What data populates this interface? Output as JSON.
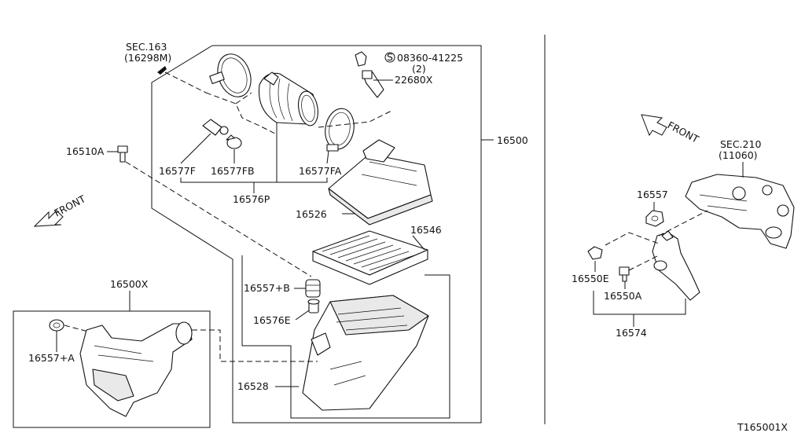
{
  "labels": {
    "sec163": "SEC.163",
    "sec163_ref": "(16298M)",
    "bolt_spec": "08360-41225",
    "bolt_qty": "(2)",
    "bolt_symbol": "S",
    "p22680x": "22680X",
    "p16500": "16500",
    "p16510a": "16510A",
    "p16577f": "16577F",
    "p16577fb": "16577FB",
    "p16577fa": "16577FA",
    "p16576p": "16576P",
    "p16526": "16526",
    "p16546": "16546",
    "p16557b": "16557+B",
    "p16576e": "16576E",
    "p16528": "16528",
    "p16500x": "16500X",
    "p16557a": "16557+A",
    "front_left": "FRONT",
    "front_right": "FRONT",
    "sec210": "SEC.210",
    "sec210_ref": "(11060)",
    "p16557": "16557",
    "p16550e": "16550E",
    "p16550a": "16550A",
    "p16574": "16574",
    "diagram_id": "T165001X"
  }
}
